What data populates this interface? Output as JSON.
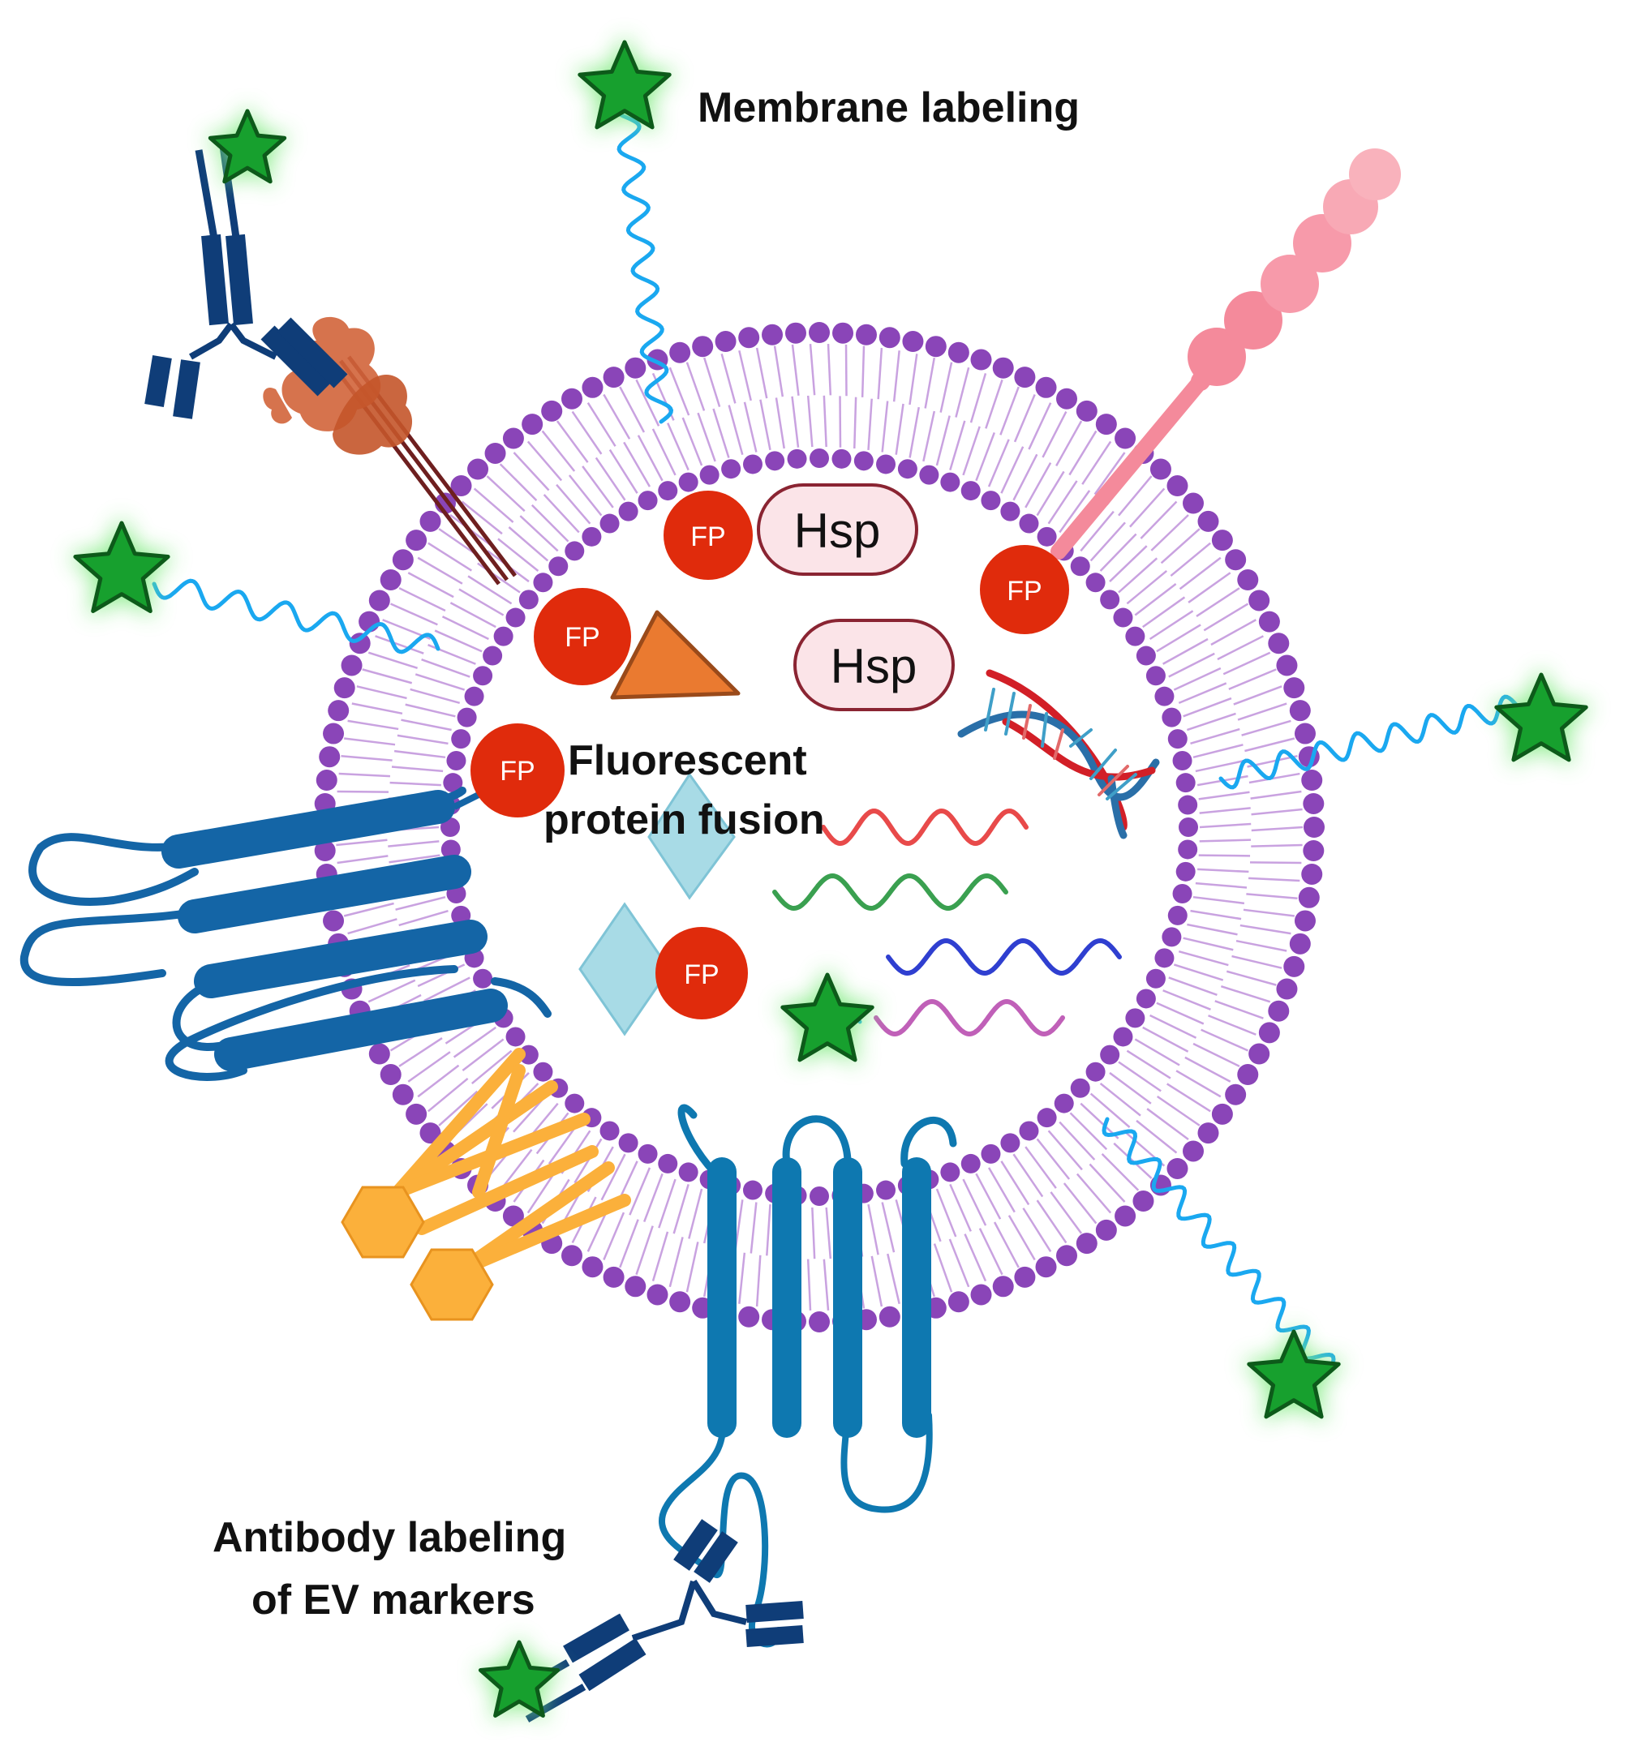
{
  "labels": {
    "membrane": "Membrane labeling",
    "fusion_line1": "Fluorescent",
    "fusion_line2": "protein fusion",
    "antibody_line1": "Antibody labeling",
    "antibody_line2": "of EV markers"
  },
  "fp_label": "FP",
  "hsp_label": "Hsp",
  "colors": {
    "membrane_head": "#8a45b8",
    "membrane_tail": "#c9a2e0",
    "fp": "#e02b0c",
    "hsp_fill": "#fbe4e8",
    "hsp_stroke": "#8a2432",
    "star": "#17a02e",
    "star_glow": "#7dea7d",
    "linker": "#1aa8f0",
    "antibody": "#0f3d78",
    "tetraspanin": "#0e78b0",
    "protein_alt": "#1465a6",
    "lipid_raft": "#fbb03b",
    "receptor": "#d2643a",
    "pink_protein": "#f48a9b",
    "dna_red": "#d21f27",
    "dna_blue": "#2a6fa8",
    "rna_red": "#e84a4a",
    "rna_green": "#3aa050",
    "rna_blue": "#2f3fd0",
    "rna_pink": "#c060b8",
    "diamond": "#a8dbe6",
    "triangle": "#ea7a30"
  },
  "icons": [
    "star-icon",
    "antibody-icon",
    "dna-icon",
    "rna-icon",
    "fp-icon",
    "hsp-icon"
  ]
}
